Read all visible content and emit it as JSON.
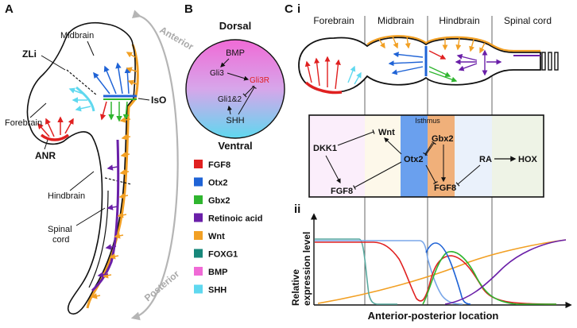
{
  "panels": {
    "a": "A",
    "b": "B",
    "c": "C",
    "ci": "i",
    "cii": "ii"
  },
  "panel_a": {
    "anterior": "Anterior",
    "posterior": "Posterior",
    "midbrain": "Midbrain",
    "zli": "ZLi",
    "iso": "IsO",
    "forebrain": "Forebrain",
    "anr": "ANR",
    "hindbrain": "Hindbrain",
    "spinal_cord_1": "Spinal",
    "spinal_cord_2": "cord"
  },
  "panel_b": {
    "dorsal": "Dorsal",
    "ventral": "Ventral",
    "bmp": "BMP",
    "gli3": "Gli3",
    "gli3r": "Gli3R",
    "gli12": "Gli1&2",
    "shh": "SHH"
  },
  "legend": [
    {
      "label": "FGF8",
      "color": "#e02020"
    },
    {
      "label": "Otx2",
      "color": "#1f63d6"
    },
    {
      "label": "Gbx2",
      "color": "#2fb52f"
    },
    {
      "label": "Retinoic acid",
      "color": "#6a1fa8"
    },
    {
      "label": "Wnt",
      "color": "#f2a024"
    },
    {
      "label": "FOXG1",
      "color": "#17877a"
    },
    {
      "label": "BMP",
      "color": "#f06ad6"
    },
    {
      "label": "SHH",
      "color": "#5fd8ef"
    }
  ],
  "panel_c": {
    "regions": [
      "Forebrain",
      "Midbrain",
      "Hindbrain",
      "Spinal cord"
    ],
    "network": {
      "isthmus": "Isthmus",
      "wnt": "Wnt",
      "dkk1": "DKK1",
      "fgf8_left": "FGF8",
      "otx2": "Otx2",
      "gbx2": "Gbx2",
      "fgf8_right": "FGF8",
      "ra": "RA",
      "hox": "HOX"
    },
    "ylabel_1": "Relative",
    "ylabel_2": "expression level",
    "xlabel": "Anterior-posterior location"
  }
}
